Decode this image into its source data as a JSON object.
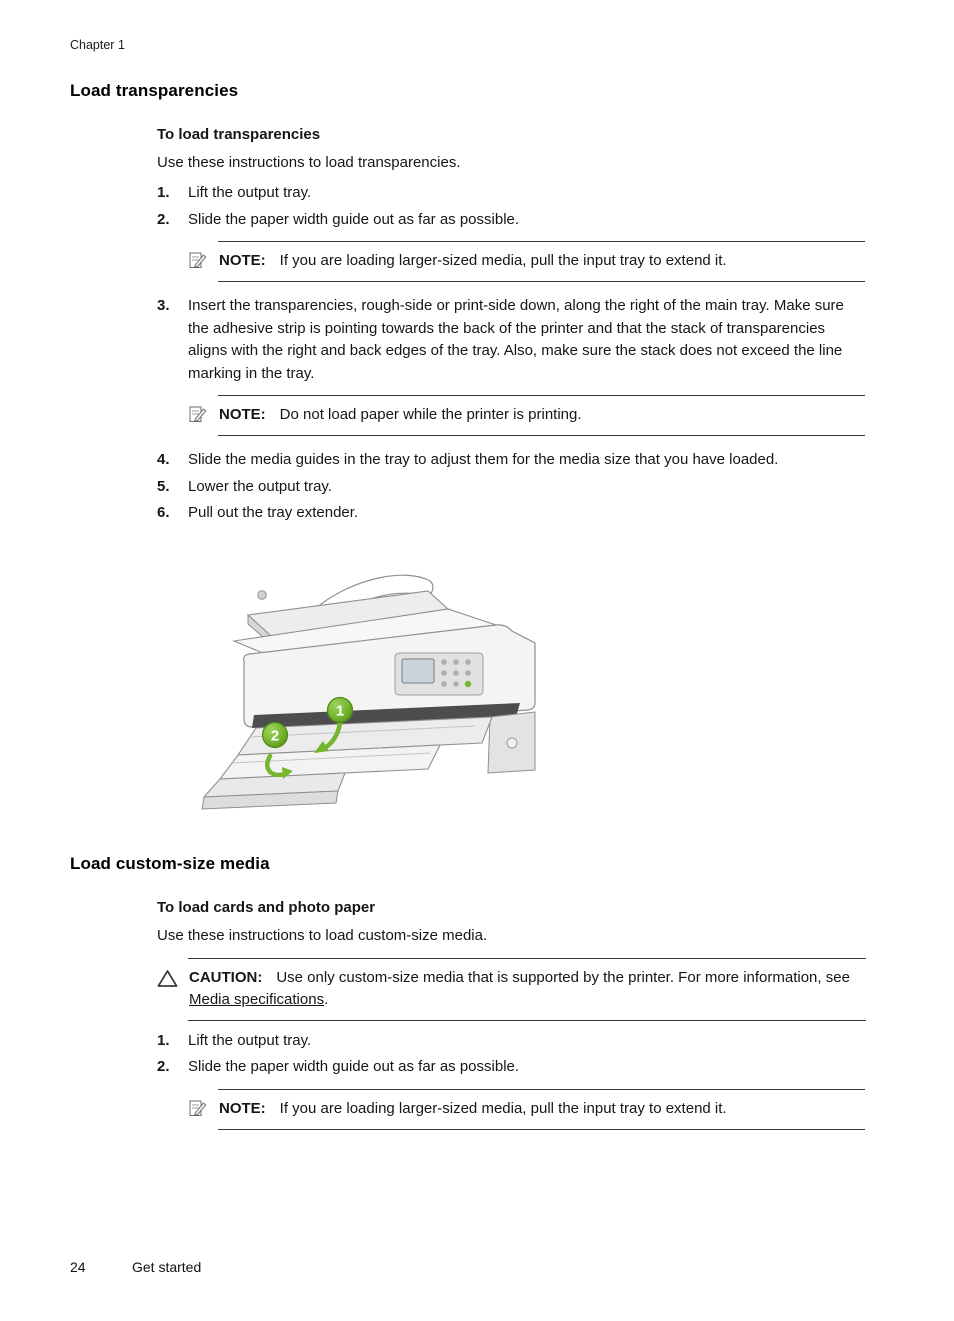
{
  "page": {
    "chapter_label": "Chapter 1",
    "footer_page_number": "24",
    "footer_text": "Get started"
  },
  "accent_colors": {
    "callout_green": "#74b72e",
    "rule_dark": "#333333"
  },
  "transparencies": {
    "title": "Load transparencies",
    "subtitle": "To load transparencies",
    "intro": "Use these instructions to load transparencies.",
    "steps": [
      {
        "num": "1.",
        "text": "Lift the output tray."
      },
      {
        "num": "2.",
        "text": "Slide the paper width guide out as far as possible."
      },
      {
        "num": "3.",
        "text": "Insert the transparencies, rough-side or print-side down, along the right of the main tray. Make sure the adhesive strip is pointing towards the back of the printer and that the stack of transparencies aligns with the right and back edges of the tray. Also, make sure the stack does not exceed the line marking in the tray."
      },
      {
        "num": "4.",
        "text": "Slide the media guides in the tray to adjust them for the media size that you have loaded."
      },
      {
        "num": "5.",
        "text": "Lower the output tray."
      },
      {
        "num": "6.",
        "text": "Pull out the tray extender."
      }
    ],
    "note1": {
      "label": "NOTE:",
      "text": "If you are loading larger-sized media, pull the input tray to extend it."
    },
    "note2": {
      "label": "NOTE:",
      "text": "Do not load paper while the printer is printing."
    },
    "illustration": {
      "callout1": "1",
      "callout2": "2"
    }
  },
  "custom_size": {
    "title": "Load custom-size media",
    "subtitle": "To load cards and photo paper",
    "intro": "Use these instructions to load custom-size media.",
    "caution": {
      "label": "CAUTION:",
      "text_before_link": "Use only custom-size media that is supported by the printer. For more information, see ",
      "link_text": "Media specifications",
      "text_after_link": "."
    },
    "steps": [
      {
        "num": "1.",
        "text": "Lift the output tray."
      },
      {
        "num": "2.",
        "text": "Slide the paper width guide out as far as possible."
      }
    ],
    "note": {
      "label": "NOTE:",
      "text": "If you are loading larger-sized media, pull the input tray to extend it."
    }
  }
}
